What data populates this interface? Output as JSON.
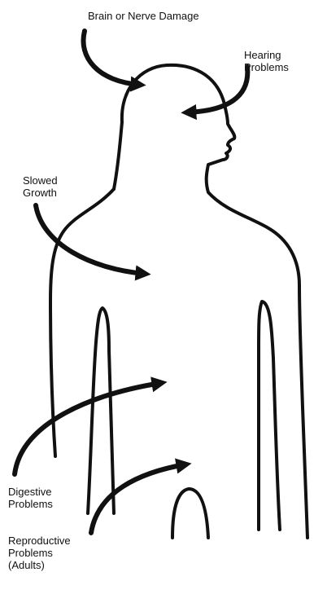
{
  "diagram": {
    "labels": {
      "brain": "Brain or Nerve Damage",
      "hearing": "Hearing\nProblems",
      "growth": "Slowed\nGrowth",
      "digestive": "Digestive\nProblems",
      "reproductive": "Reproductive\nProblems\n(Adults)"
    },
    "colors": {
      "line": "#111111",
      "background": "#ffffff"
    }
  }
}
